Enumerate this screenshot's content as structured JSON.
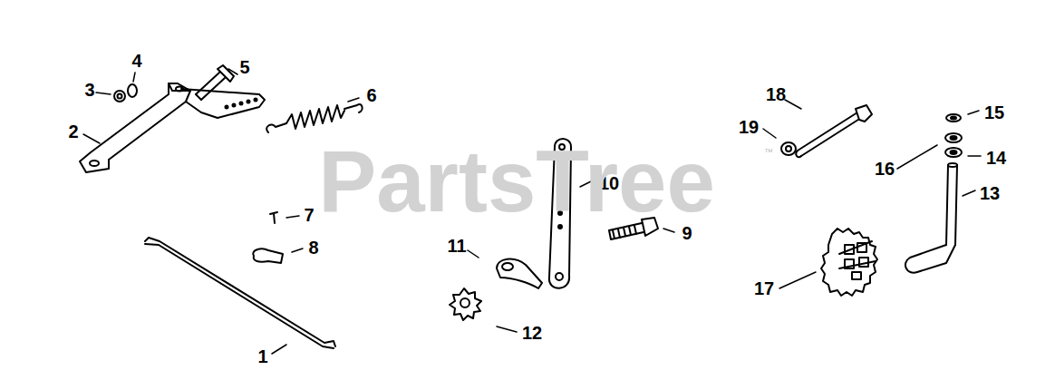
{
  "diagram": {
    "labels": [
      "4",
      "3",
      "5",
      "2",
      "6",
      "18",
      "19",
      "15",
      "16",
      "14",
      "10",
      "7",
      "13",
      "8",
      "9",
      "11",
      "17",
      "12",
      "1",
      "PartsTree",
      "™"
    ]
  }
}
